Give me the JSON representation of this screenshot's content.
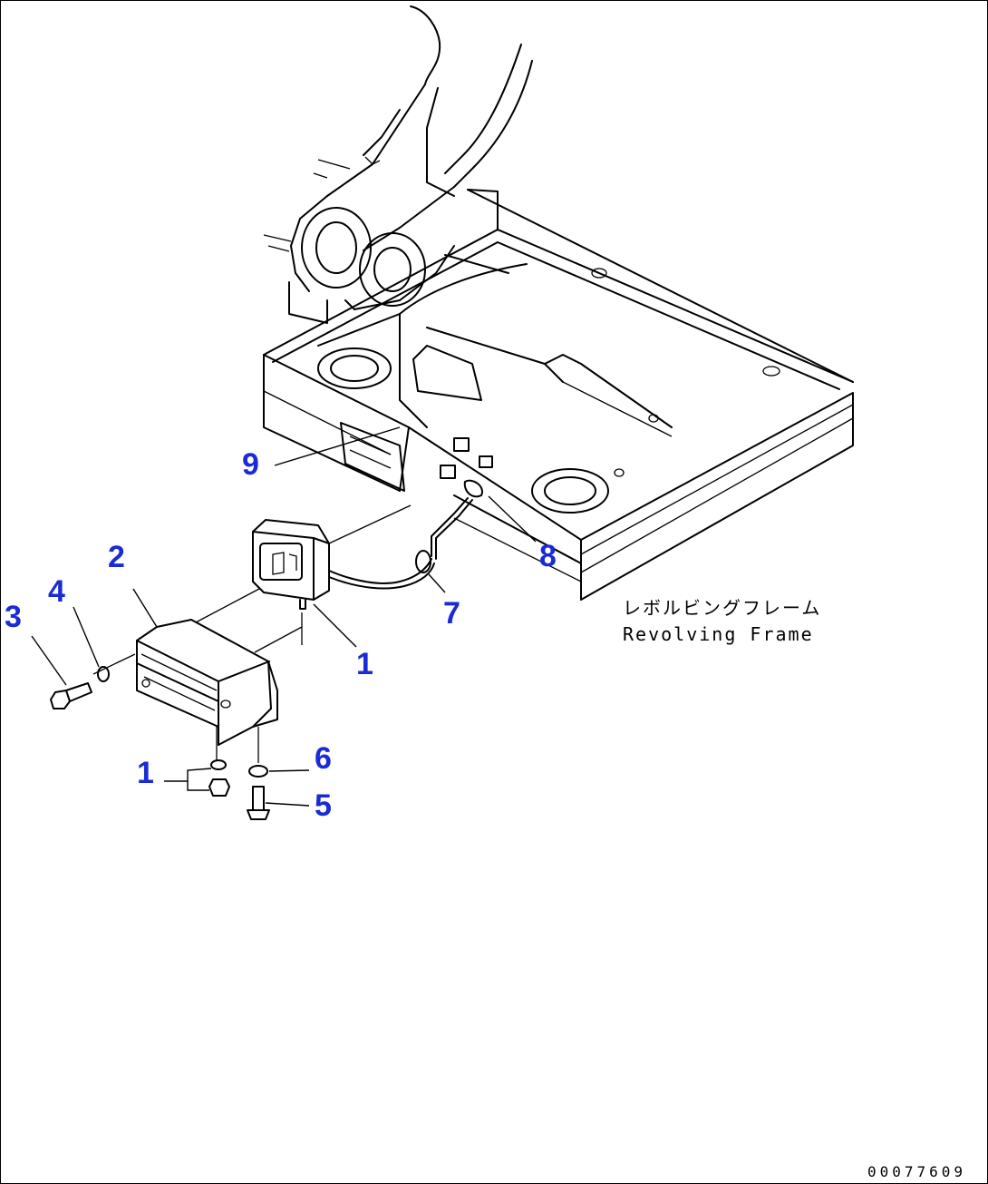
{
  "callouts": {
    "c1_lamp": "1",
    "c1_nut": "1",
    "c2": "2",
    "c3": "3",
    "c4": "4",
    "c5": "5",
    "c6": "6",
    "c7": "7",
    "c8": "8",
    "c9": "9"
  },
  "caption": {
    "japanese": "レボルビングフレーム",
    "english": "Revolving Frame"
  },
  "document_number": "00077609"
}
